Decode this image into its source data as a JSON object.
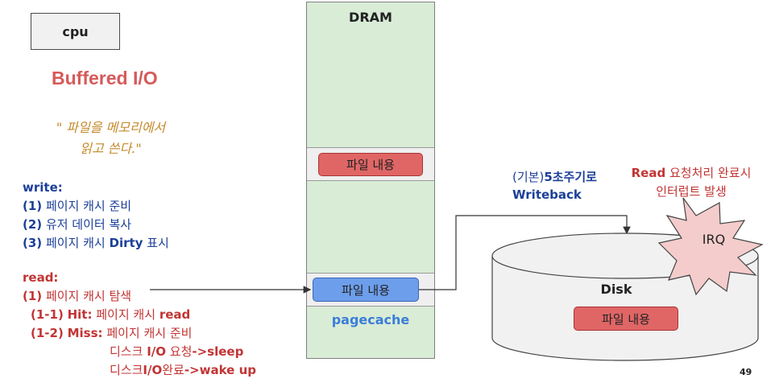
{
  "cpu_label": "cpu",
  "title": "Buffered I/O",
  "quote": {
    "line1": "\" 파일을 메모리에서",
    "line2": "읽고 쓴다.\""
  },
  "write": {
    "heading": "write:",
    "items": [
      {
        "num": "(1)",
        "text": "페이지 캐시 준비"
      },
      {
        "num": "(2)",
        "text": "유저 데이터 복사"
      },
      {
        "num": "(3)",
        "text_before": "페이지 캐시",
        "bold": "Dirty",
        "text_after": "표시"
      }
    ]
  },
  "read": {
    "heading": "read:",
    "step1": {
      "num": "(1)",
      "text": "페이지 캐시 탐색"
    },
    "step2": {
      "num": "(1-1)",
      "bold": "Hit:",
      "text": "페이지 캐시",
      "bold2": "read"
    },
    "step3": {
      "num": "(1-2)",
      "bold": "Miss:",
      "text": "페이지 캐시 준비"
    },
    "step4": {
      "text": "디스크",
      "bold": "I/O",
      "text2": "요청",
      "bold2": "->sleep"
    },
    "step5": {
      "text": "디스크",
      "bold": "I/O",
      "text2": "완료",
      "bold2": "->wake up"
    }
  },
  "dram": {
    "label": "DRAM",
    "chip_top": "파일 내용",
    "chip_bottom": "파일 내용",
    "pagecache_label": "pagecache"
  },
  "writeback": {
    "line1_a": "(기본)",
    "line1_b": "5초주기로",
    "line2": "Writeback"
  },
  "read_done": {
    "line1_bold": "Read",
    "line1_text": "요청처리 완료시",
    "line2": "인터럽트 발생"
  },
  "irq_label": "IRQ",
  "disk": {
    "label": "Disk",
    "chip": "파일 내용"
  },
  "page_number": "49"
}
